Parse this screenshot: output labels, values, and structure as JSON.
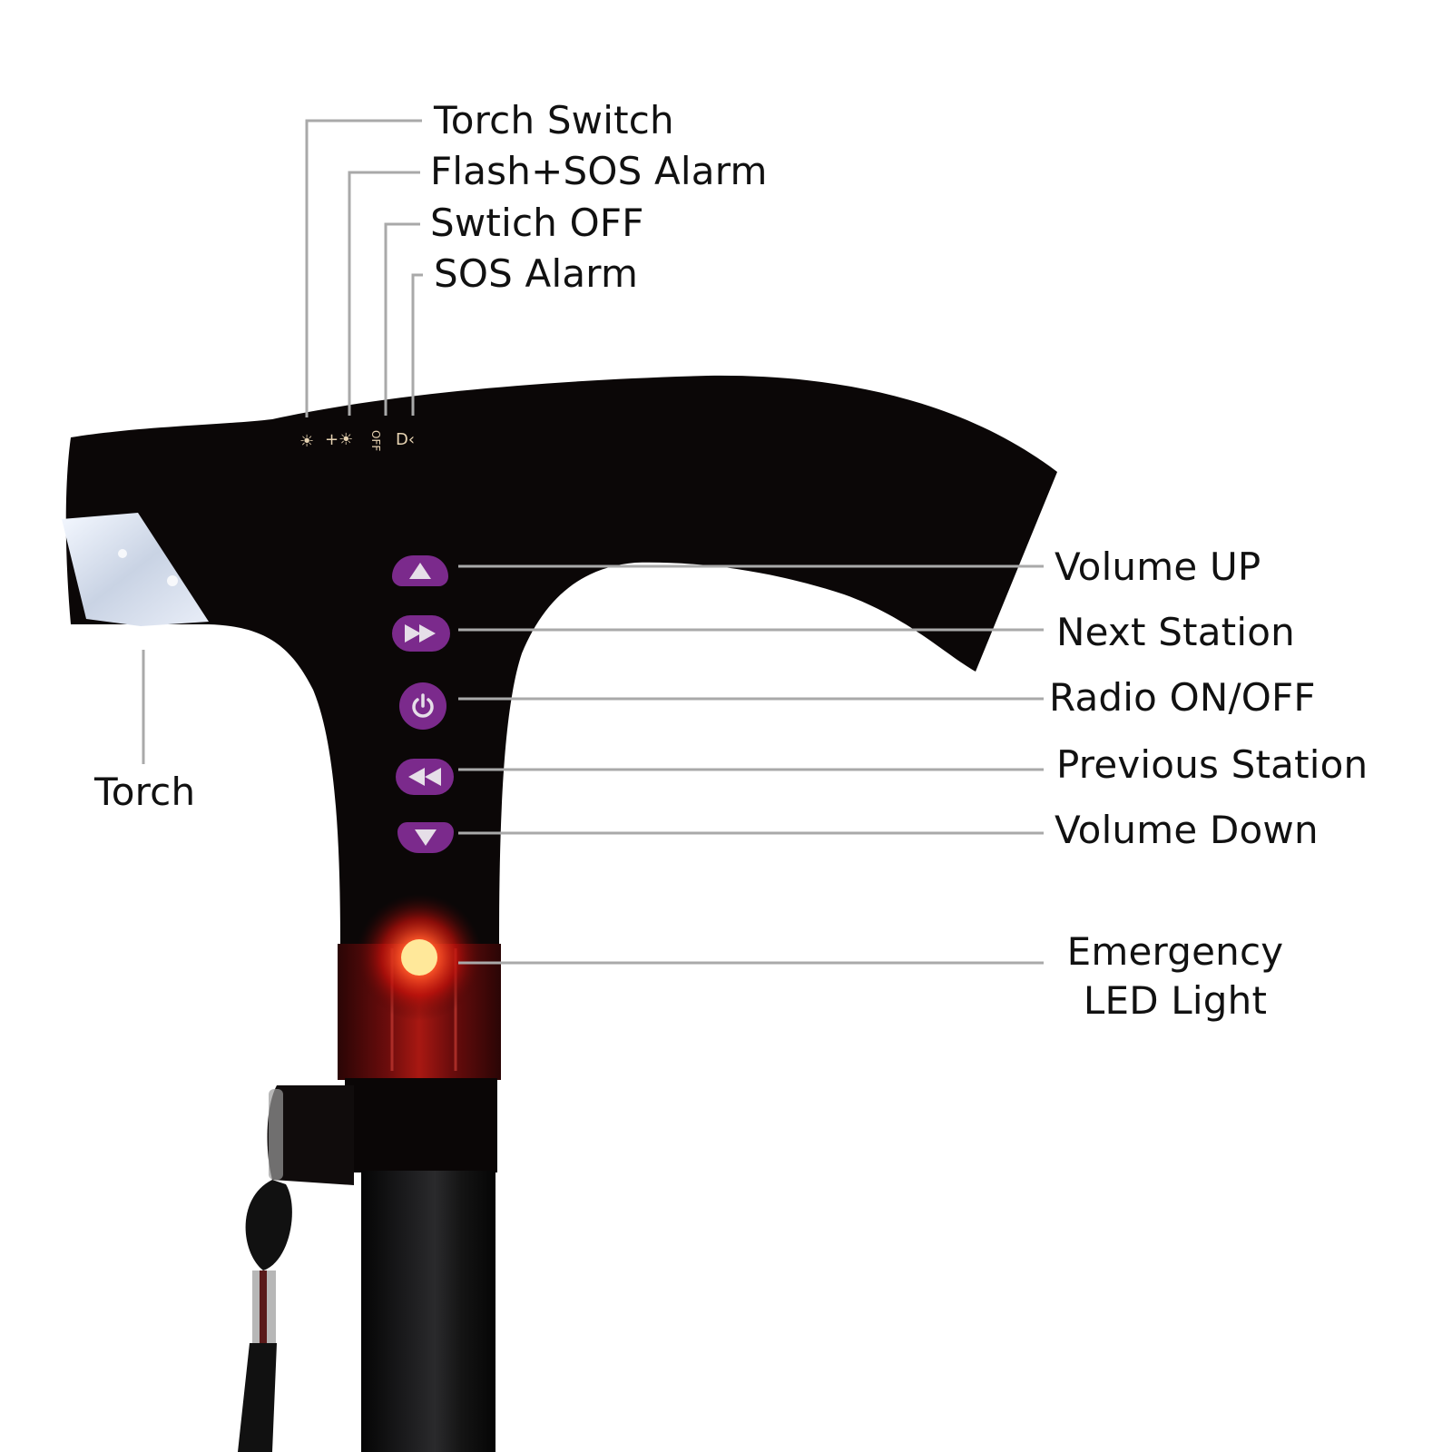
{
  "diagram": {
    "subject": "Folding walking cane with torch, alarm and radio",
    "colors": {
      "background": "#ffffff",
      "cane_body": "#0b0707",
      "leader_line": "#a9a9a9",
      "button_purple": "#7b2a8c",
      "button_glyph": "#e6dfe8",
      "led_red": "#ff2a1a",
      "led_band": "#4a0a0a",
      "torch_light": "#dfe6f2",
      "label_text": "#111111"
    },
    "top_labels": [
      {
        "id": "torch-switch",
        "text": "Torch Switch",
        "icon": "torch-icon"
      },
      {
        "id": "flash-sos-alarm",
        "text": "Flash+SOS Alarm",
        "icon": "flash-plus-icon"
      },
      {
        "id": "switch-off",
        "text": "Swtich OFF",
        "icon": "off-icon"
      },
      {
        "id": "sos-alarm",
        "text": "SOS Alarm",
        "icon": "alarm-light-icon"
      }
    ],
    "switch_glyphs": [
      "⦾",
      "+☀",
      "OFF",
      "D‹"
    ],
    "left_labels": [
      {
        "id": "torch",
        "text": "Torch"
      }
    ],
    "right_labels": [
      {
        "id": "volume-up",
        "text": "Volume UP",
        "icon": "triangle-up-icon"
      },
      {
        "id": "next-station",
        "text": "Next Station",
        "icon": "fast-forward-icon"
      },
      {
        "id": "radio-on-off",
        "text": "Radio ON/OFF",
        "icon": "power-icon"
      },
      {
        "id": "previous-station",
        "text": "Previous Station",
        "icon": "rewind-icon"
      },
      {
        "id": "volume-down",
        "text": "Volume Down",
        "icon": "triangle-down-icon"
      }
    ],
    "led_label": {
      "line1": "Emergency",
      "line2": "LED Light"
    }
  }
}
